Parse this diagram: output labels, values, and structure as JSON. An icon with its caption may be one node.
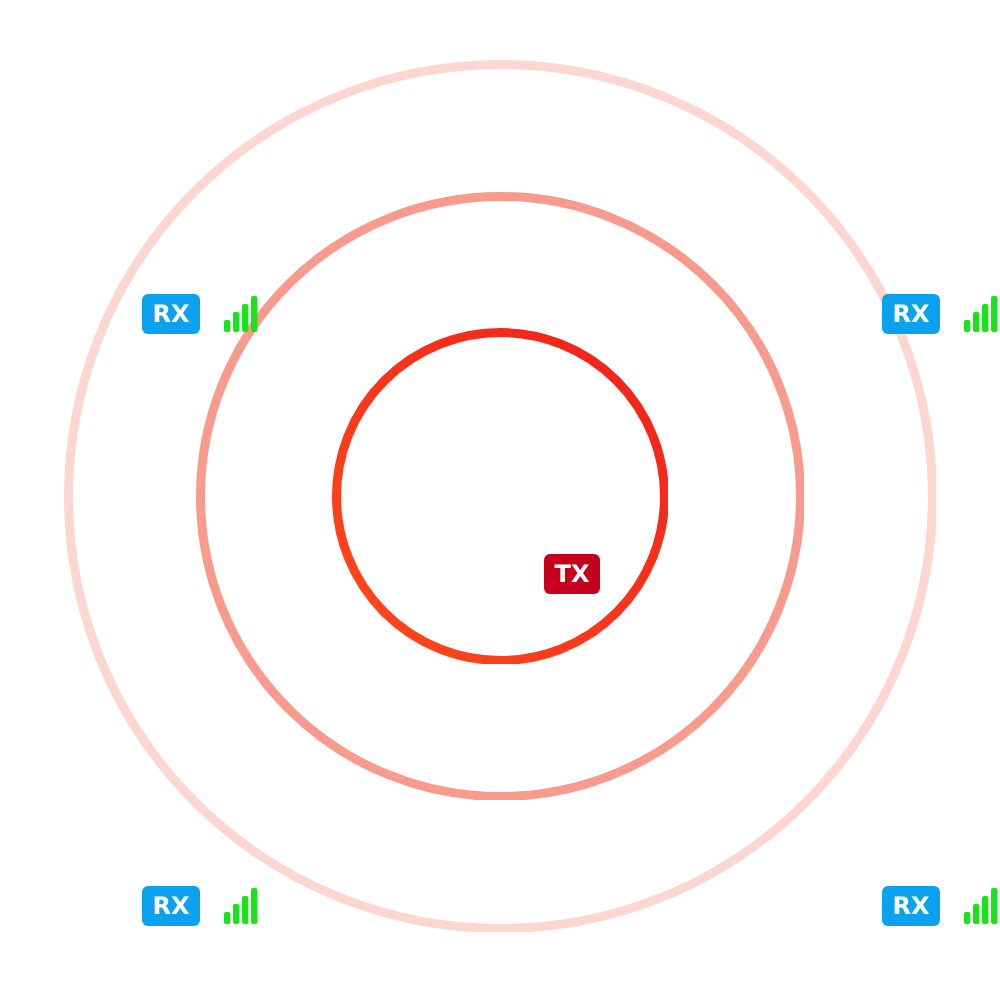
{
  "diagram": {
    "nodes": [
      {
        "text": [
          "RX"
        ]
      },
      {
        "text": [
          "RX"
        ]
      },
      {
        "text": [
          "TX"
        ]
      },
      {
        "text": [
          "RX"
        ]
      },
      {
        "text": [
          "RX"
        ]
      }
    ]
  }
}
